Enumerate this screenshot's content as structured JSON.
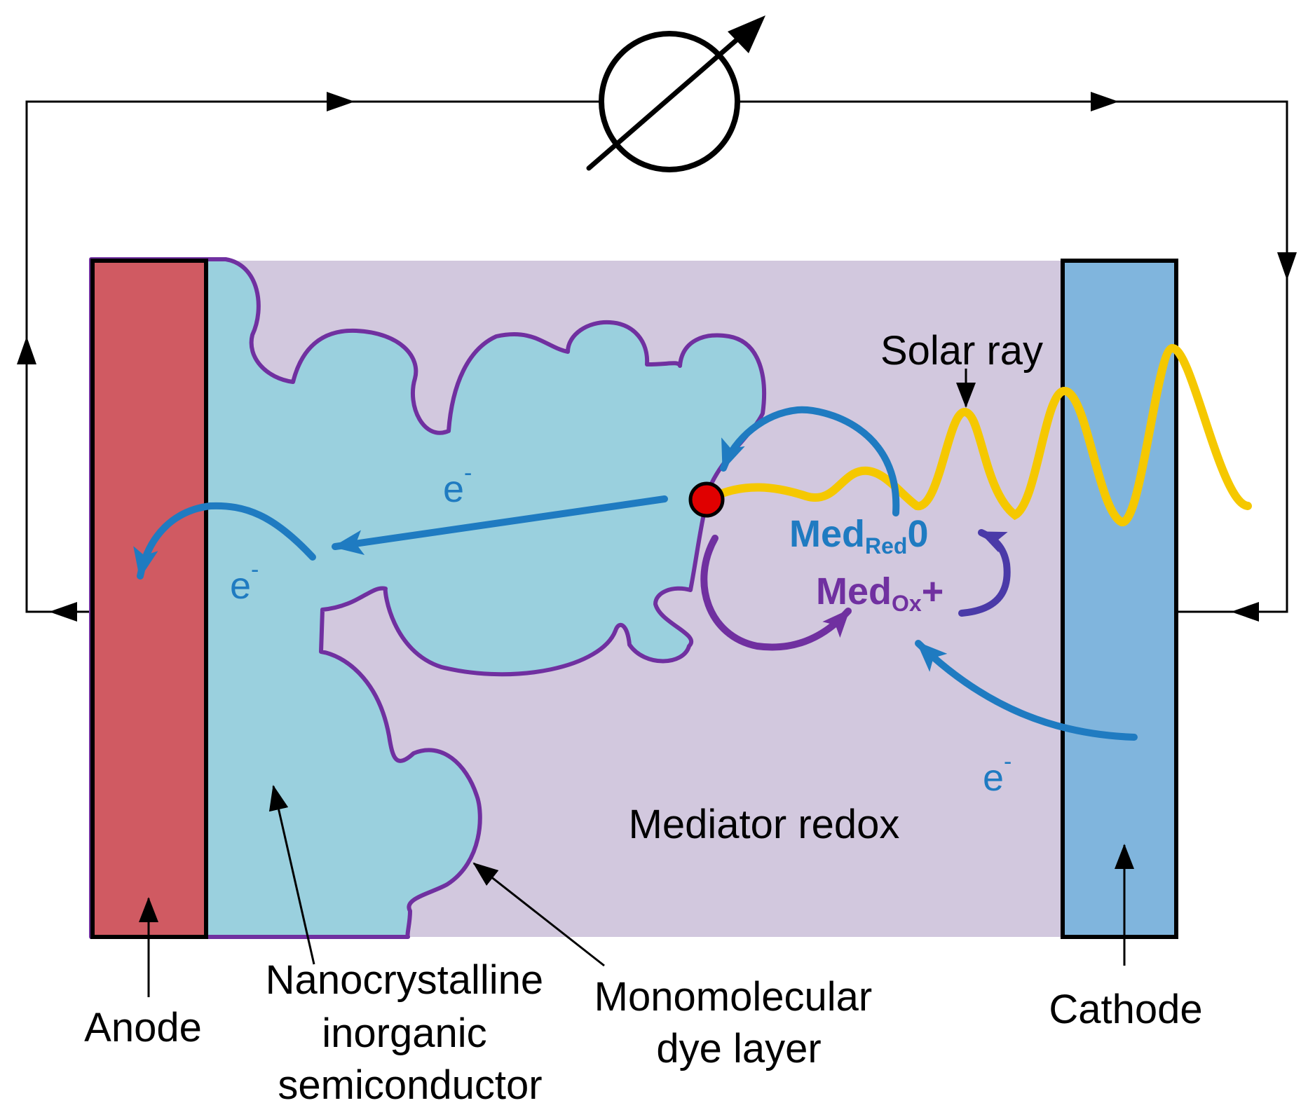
{
  "labels": {
    "solar_ray": "Solar ray",
    "mediator_redox": "Mediator redox",
    "anode": "Anode",
    "cathode": "Cathode",
    "semiconductor": [
      "Nanocrystalline",
      "inorganic",
      "semiconductor"
    ],
    "dye_layer": [
      "Monomolecular",
      "dye layer"
    ]
  },
  "electron": {
    "symbol": "e",
    "charge": "-"
  },
  "mediator_reduced": {
    "base": "Med",
    "sub": "Red",
    "suffix": "0"
  },
  "mediator_oxidized": {
    "base": "Med",
    "sub": "Ox",
    "suffix": "+"
  },
  "colors": {
    "anode": "#d05a62",
    "cathode": "#80b5dd",
    "electrolyte": "#d2c8de",
    "semiconductor": "#9ad0de",
    "dye_outline": "#7030a0",
    "electron_arrow": "#1f7bc1",
    "light_wave": "#f5c800",
    "dye_molecule": "#e00000"
  }
}
